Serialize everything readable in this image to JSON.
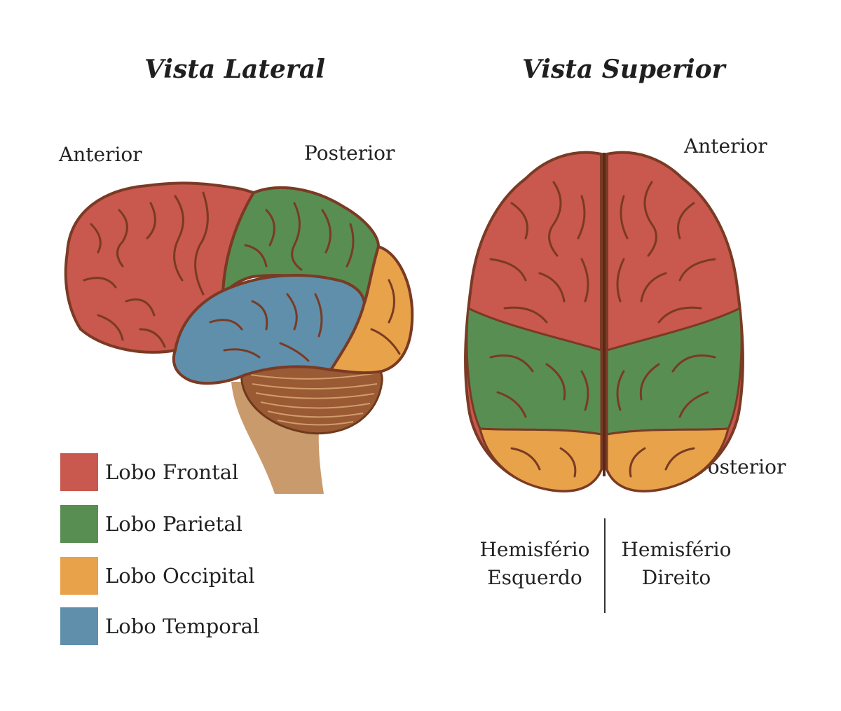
{
  "titles": {
    "lateral": "Vista Lateral",
    "superior": "Vista Superior"
  },
  "lateral_view": {
    "anterior": "Anterior",
    "posterior": "Posterior"
  },
  "superior_view": {
    "anterior": "Anterior",
    "posterior": "Posterior"
  },
  "legend": [
    {
      "label": "Lobo Frontal",
      "color": "#c9584e"
    },
    {
      "label": "Lobo Parietal",
      "color": "#588e52"
    },
    {
      "label": "Lobo Occipital",
      "color": "#e7a24a"
    },
    {
      "label": "Lobo Temporal",
      "color": "#5f8fab"
    }
  ],
  "hemispheres": {
    "left_line1": "Hemisfério",
    "left_line2": "Esquerdo",
    "right_line1": "Hemisfério",
    "right_line2": "Direito"
  },
  "colors": {
    "outline": "#7a3a24",
    "cerebellum": "#9a5a34",
    "brainstem": "#c99a6b"
  }
}
